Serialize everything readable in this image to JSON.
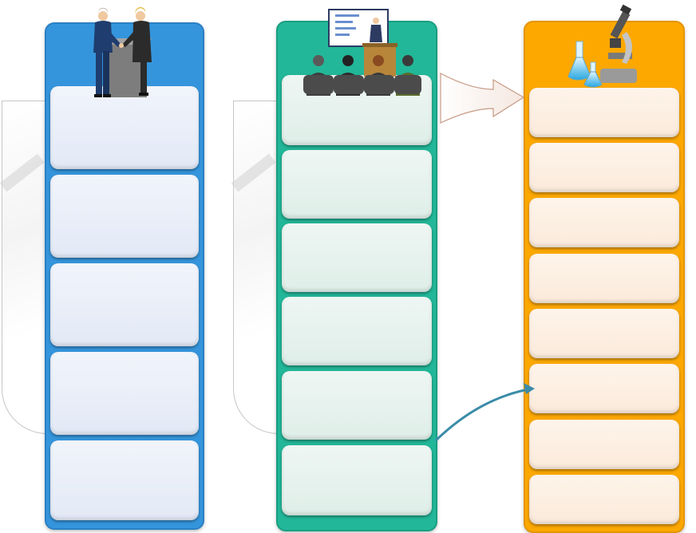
{
  "columns": [
    {
      "id": "blue",
      "icon": "business-handshake-icon",
      "accent": "#3595dc",
      "cells": [
        "",
        "",
        "",
        "",
        ""
      ]
    },
    {
      "id": "green",
      "icon": "presentation-audience-icon",
      "accent": "#22b798",
      "cells": [
        "",
        "",
        "",
        "",
        "",
        ""
      ]
    },
    {
      "id": "orange",
      "icon": "microscope-lab-icon",
      "accent": "#fca800",
      "cells": [
        "",
        "",
        "",
        "",
        "",
        "",
        "",
        ""
      ]
    }
  ],
  "connectors": {
    "block_arrow": "right-block-arrow-icon",
    "curved_arrow": "curved-arrow-icon",
    "arrow_color": "#3a8ca8"
  }
}
